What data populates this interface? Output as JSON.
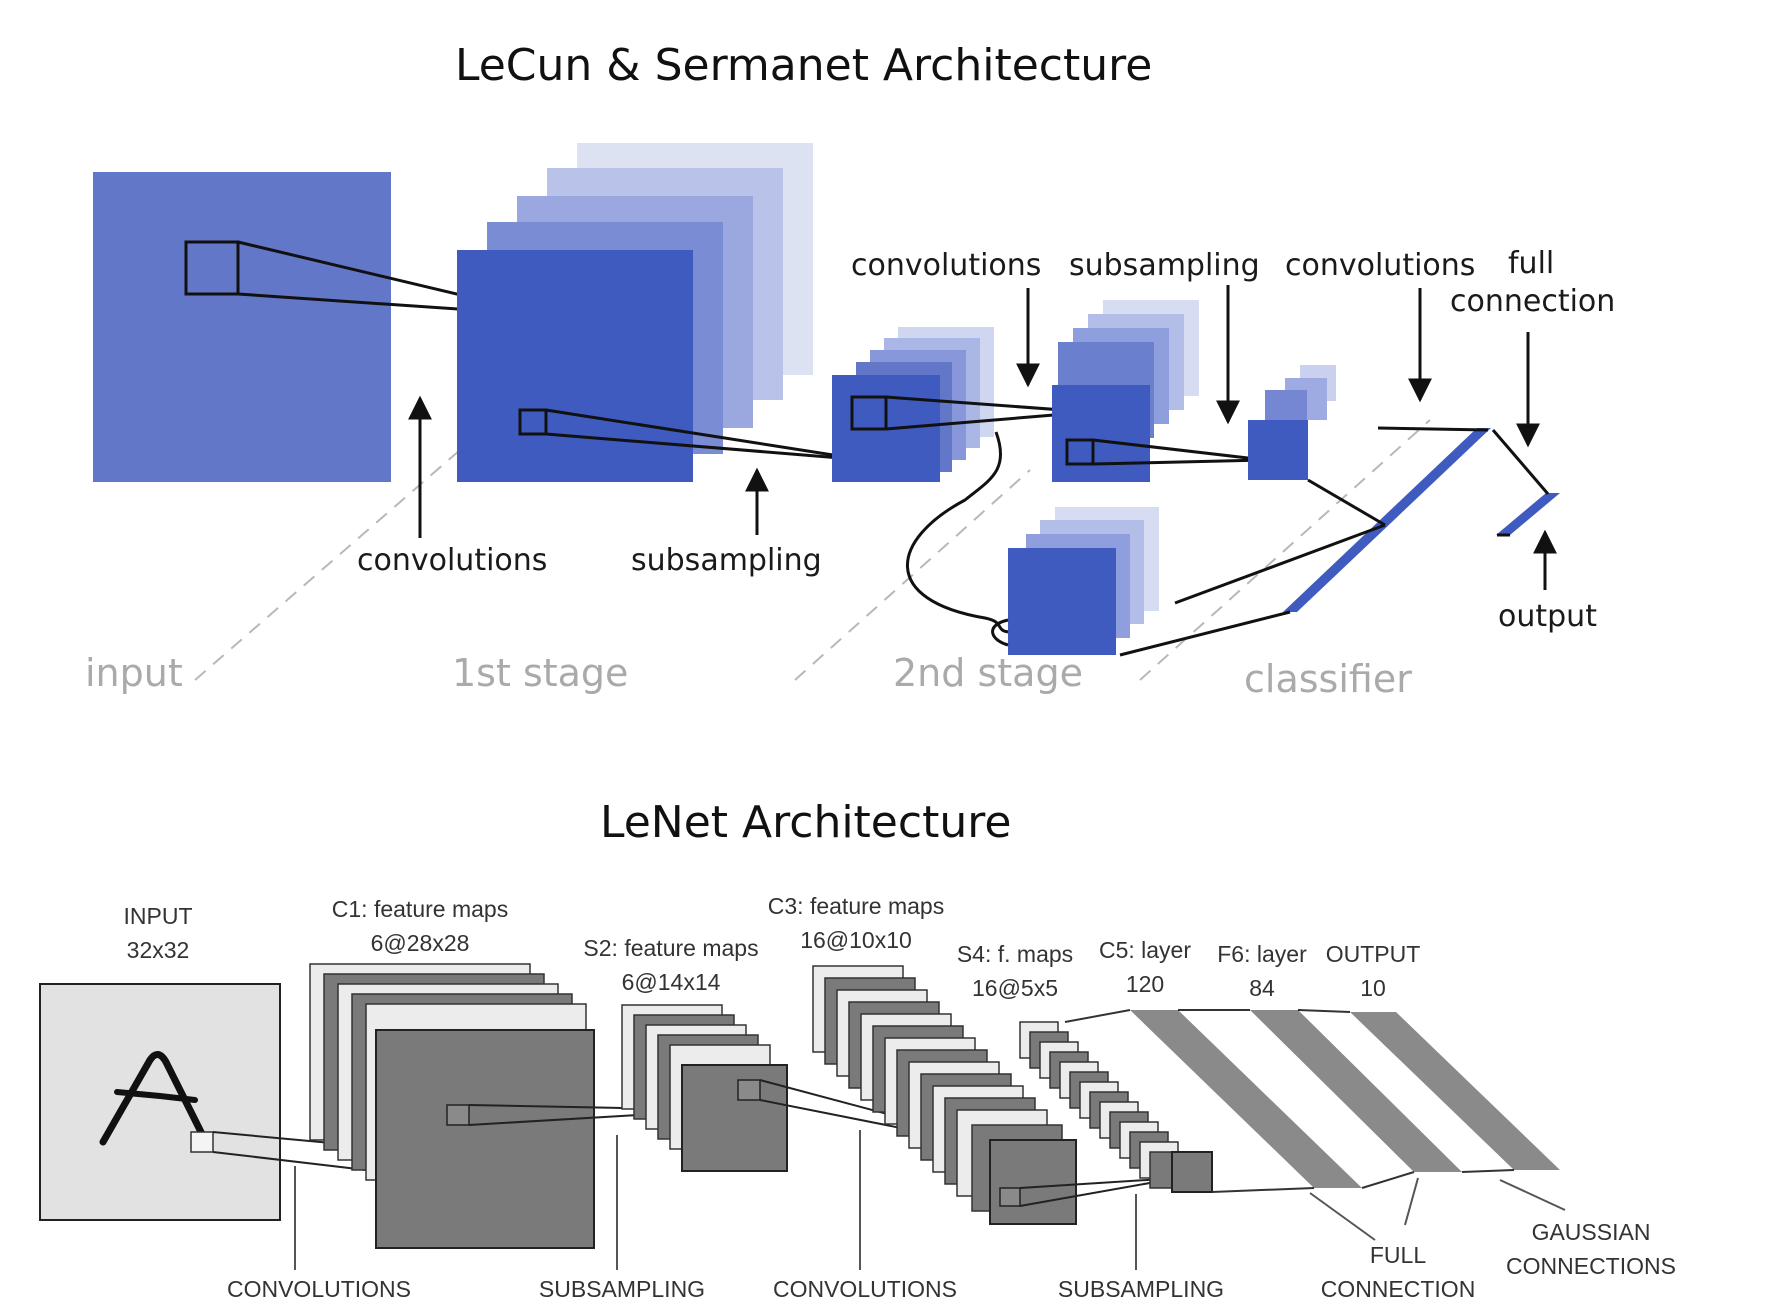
{
  "top": {
    "title": "LeCun & Sermanet Architecture",
    "labels": {
      "conv_bottom": "convolutions",
      "subs_bottom": "subsampling",
      "conv_top1": "convolutions",
      "subs_top": "subsampling",
      "conv_top2": "convolutions",
      "full_1": "full",
      "full_2": "connection",
      "output": "output"
    },
    "stages": {
      "input": "input",
      "first": "1st stage",
      "second": "2nd stage",
      "classifier": "classifier"
    },
    "colors": {
      "map": "#3f5bbf",
      "input": "#6277c8"
    }
  },
  "bottom": {
    "title": "LeNet Architecture",
    "input": {
      "line1": "INPUT",
      "line2": "32x32"
    },
    "c1": {
      "line1": "C1: feature maps",
      "line2": "6@28x28"
    },
    "s2": {
      "line1": "S2: feature maps",
      "line2": "6@14x14"
    },
    "c3": {
      "line1": "C3: feature maps",
      "line2": "16@10x10"
    },
    "s4": {
      "line1": "S4: f. maps",
      "line2": "16@5x5"
    },
    "c5": {
      "line1": "C5: layer",
      "line2": "120"
    },
    "f6": {
      "line1": "F6: layer",
      "line2": "84"
    },
    "out": {
      "line1": "OUTPUT",
      "line2": "10"
    },
    "ops": {
      "conv1": "CONVOLUTIONS",
      "subs1": "SUBSAMPLING",
      "conv2": "CONVOLUTIONS",
      "subs2": "SUBSAMPLING",
      "full_1": "FULL",
      "full_2": "CONNECTION",
      "gauss_1": "GAUSSIAN",
      "gauss_2": "CONNECTIONS"
    },
    "colors": {
      "map_dark": "#7a7a7a",
      "map_light": "#e6e6e6",
      "bar": "#8a8a8a"
    }
  }
}
